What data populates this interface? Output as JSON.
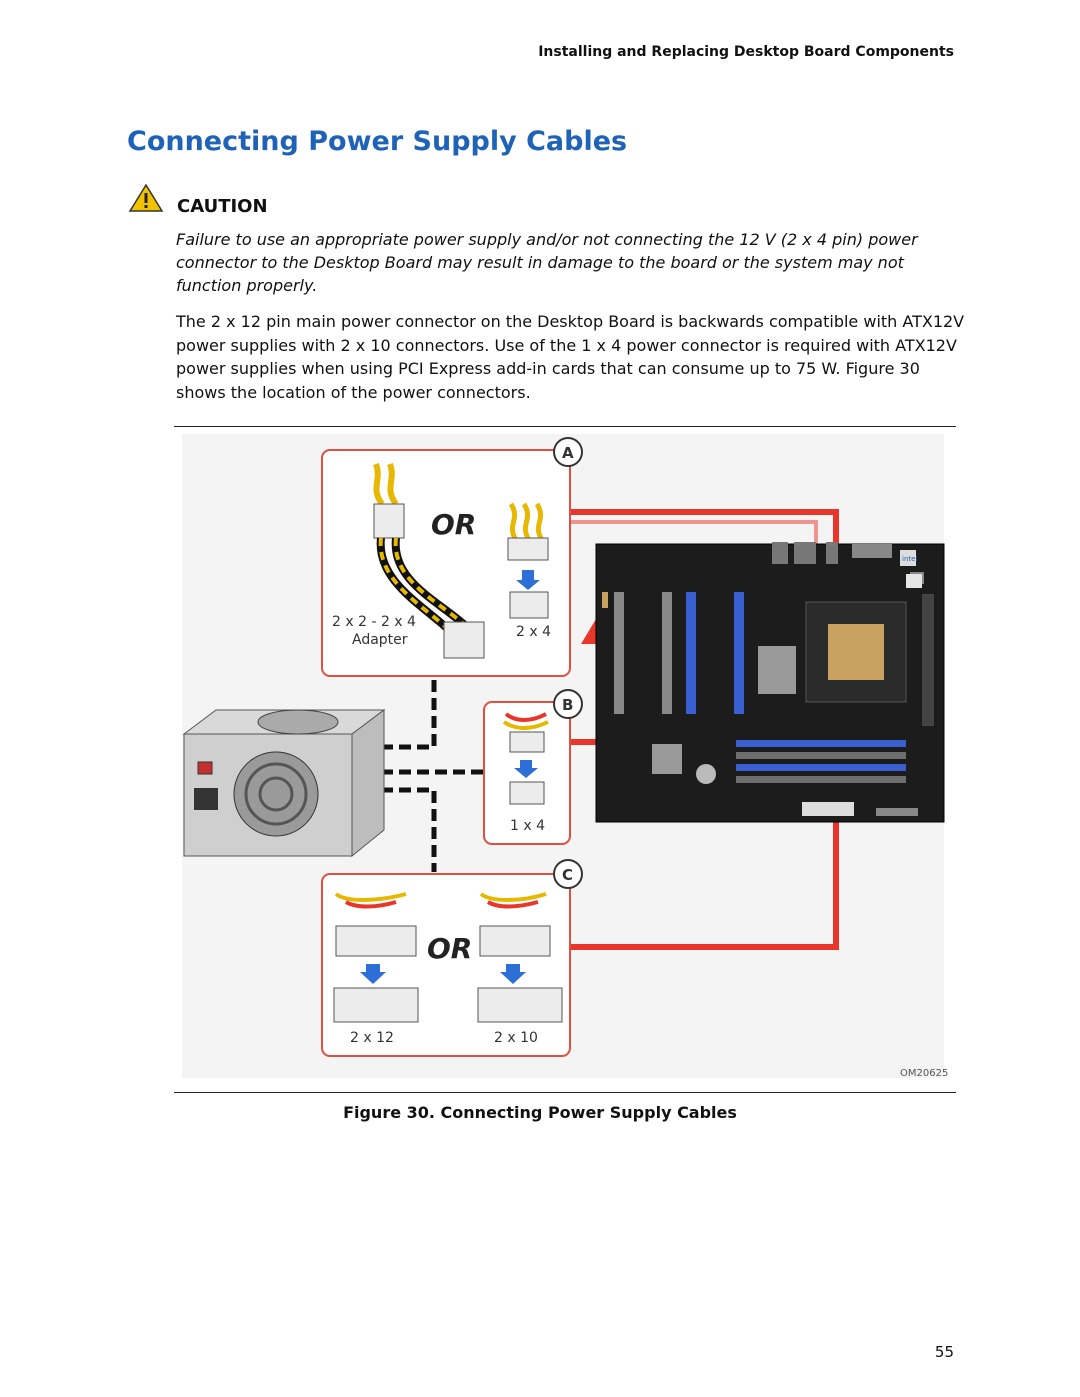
{
  "header": {
    "running_head": "Installing and Replacing Desktop Board Components"
  },
  "section": {
    "title": "Connecting Power Supply Cables"
  },
  "caution": {
    "icon": "warning-triangle-icon",
    "label": "CAUTION",
    "text": "Failure to use an appropriate power supply and/or not connecting the 12 V (2 x 4 pin) power connector to the Desktop Board may result in damage to the board or the system may not function properly."
  },
  "body": {
    "paragraph": "The 2 x 12 pin main power connector on the Desktop Board is backwards compatible with ATX12V power supplies with 2 x 10 connectors.  Use of the 1 x 4 power connector is required with ATX12V power supplies when using PCI Express add-in cards that can consume up to 75 W.  Figure 30 shows the location of the power connectors."
  },
  "figure": {
    "callouts": {
      "a": "A",
      "b": "B",
      "c": "C"
    },
    "or_label": "OR",
    "panel_a": {
      "left_label": "2 x 2 - 2 x 4",
      "left_sublabel": "Adapter",
      "right_label": "2 x 4"
    },
    "panel_b": {
      "label": "1 x 4"
    },
    "panel_c": {
      "left_label": "2 x 12",
      "right_label": "2 x 10"
    },
    "board_logo": "intel",
    "figure_id": "OM20625",
    "caption": "Figure 30.  Connecting Power Supply Cables",
    "colors": {
      "callout_border": "#e05040",
      "arrow": "#e8362b",
      "board": "#1c1c1c",
      "blue_slot": "#3a5fd0"
    }
  },
  "footer": {
    "page_number": "55"
  }
}
